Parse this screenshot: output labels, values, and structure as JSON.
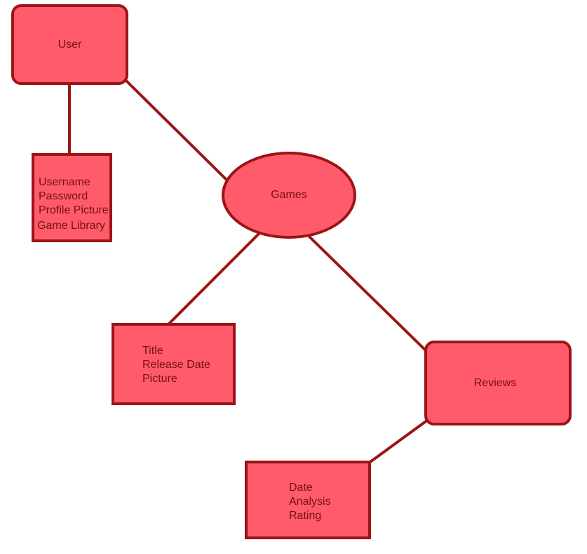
{
  "colors": {
    "node_fill": "#ff5b6b",
    "node_border": "#9c1515",
    "text": "#7a0f12"
  },
  "nodes": {
    "user": {
      "label": "User"
    },
    "games": {
      "label": "Games"
    },
    "reviews": {
      "label": "Reviews"
    }
  },
  "attributes": {
    "user": [
      "Username",
      "Password",
      "Profile Picture",
      "Game Library"
    ],
    "games": [
      "Title",
      "Release Date",
      "Picture"
    ],
    "reviews": [
      "Date",
      "Analysis",
      "Rating"
    ]
  }
}
